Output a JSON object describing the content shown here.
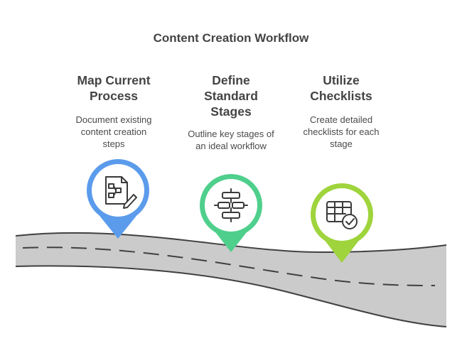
{
  "title": "Content Creation Workflow",
  "stages": [
    {
      "title": "Map Current\nProcess",
      "description": "Document existing\ncontent creation\nsteps",
      "icon": "flowchart-document-icon",
      "color": "#5b9bec"
    },
    {
      "title": "Define\nStandard\nStages",
      "description": "Outline key stages of\nan ideal workflow",
      "icon": "process-flow-icon",
      "color": "#4fcf8c"
    },
    {
      "title": "Utilize\nChecklists",
      "description": "Create detailed\nchecklists for each\nstage",
      "icon": "table-check-icon",
      "color": "#9fd43c"
    }
  ],
  "colors": {
    "road": "#cbcbcb",
    "road_edge": "#404040",
    "lane_mark": "#404040"
  }
}
